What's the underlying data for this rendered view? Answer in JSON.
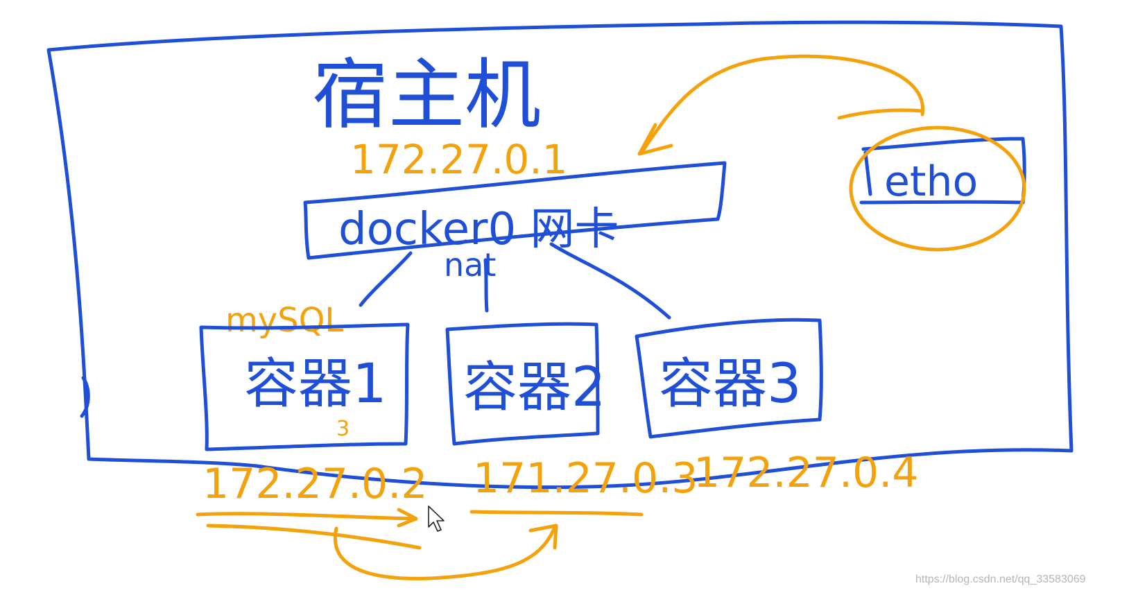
{
  "diagram": {
    "host_label": "宿主机",
    "bridge": {
      "ip": "172.27.0.1",
      "label": "docker0 网卡",
      "mode": "nat"
    },
    "nic": {
      "label": "etho"
    },
    "containers": [
      {
        "label": "容器1",
        "tag": "mySQL",
        "ip": "172.27.0.2",
        "note": "3"
      },
      {
        "label": "容器2",
        "ip": "171.27.0.3"
      },
      {
        "label": "容器3",
        "ip": "172.27.0.4"
      }
    ],
    "watermark": "https://blog.csdn.net/qq_33583069",
    "colors": {
      "blue": "#1f4fd6",
      "orange": "#f3a20b"
    }
  }
}
